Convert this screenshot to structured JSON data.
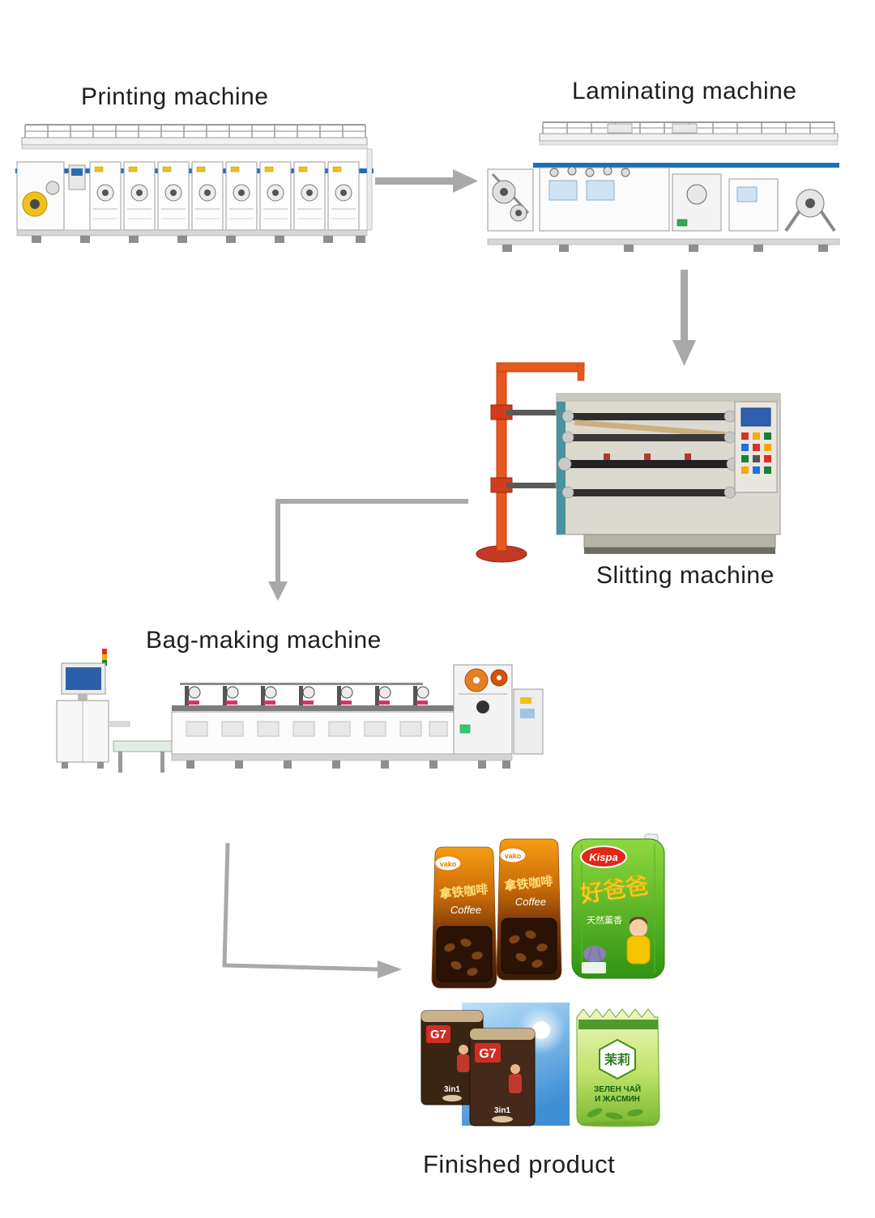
{
  "diagram": {
    "type": "process-flow",
    "steps": [
      "Printing machine",
      "Laminating machine",
      "Slitting machine",
      "Bag-making machine",
      "Finished product"
    ]
  },
  "labels": {
    "printing": "Printing machine",
    "laminating": "Laminating machine",
    "slitting": "Slitting machine",
    "bagmaking": "Bag-making machine",
    "finished": "Finished product"
  },
  "products": {
    "coffee": {
      "brand": "vako",
      "title": "拿铁咖啡",
      "script": "Coffee"
    },
    "detergent": {
      "brand": "Kispa",
      "title": "好爸爸",
      "tagline": "天然薰香"
    },
    "g7": {
      "brand": "G7",
      "mix": "3in1"
    },
    "tea": {
      "brand": "茉莉",
      "line1": "ЗЕЛЕН ЧАЙ",
      "line2": "И ЖАСМИН"
    }
  },
  "colors": {
    "arrow": "#a9a9a9",
    "machine_blue": "#1d6fb5",
    "slitter_orange": "#e8571d",
    "label_text": "#1e1e1e"
  }
}
